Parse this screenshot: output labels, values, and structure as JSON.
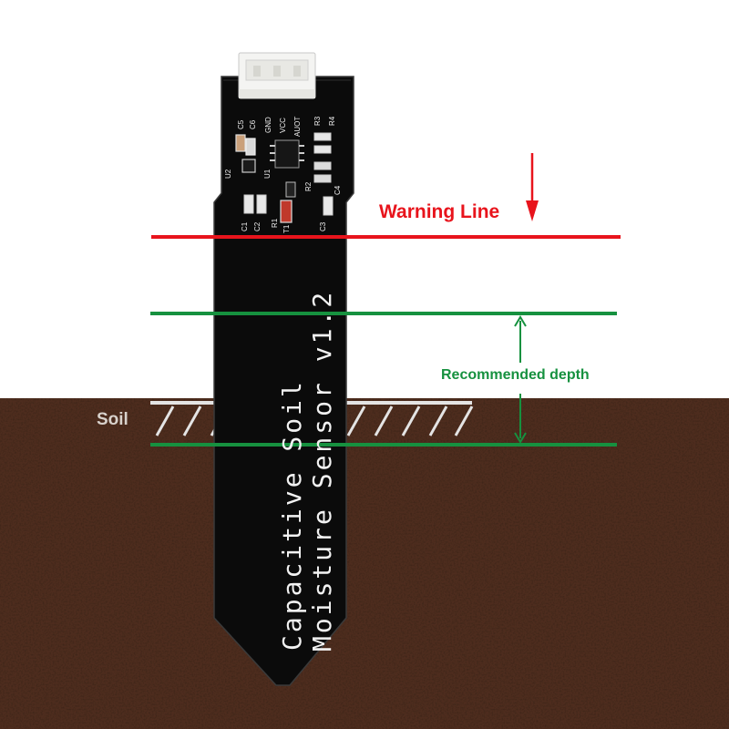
{
  "labels": {
    "warning_line": "Warning Line",
    "recommended_depth": "Recommended depth",
    "soil": "Soil"
  },
  "sensor": {
    "silkscreen_line1": "Capacitive  Soil",
    "silkscreen_line2": "Moisture Sensor v1.2",
    "pins": [
      "GND",
      "VCC",
      "AUOT"
    ],
    "components": [
      "C5",
      "C6",
      "U2",
      "U1",
      "R3",
      "R4",
      "R2",
      "C4",
      "R1",
      "T1",
      "C1",
      "C2",
      "C3"
    ]
  },
  "colors": {
    "warning": "#e8141c",
    "depth": "#16913f",
    "soil": "#4a2a1c",
    "board": "#0b0b0b",
    "silkscreen": "#f2f2f2",
    "soil_label": "#d8d2cc"
  }
}
